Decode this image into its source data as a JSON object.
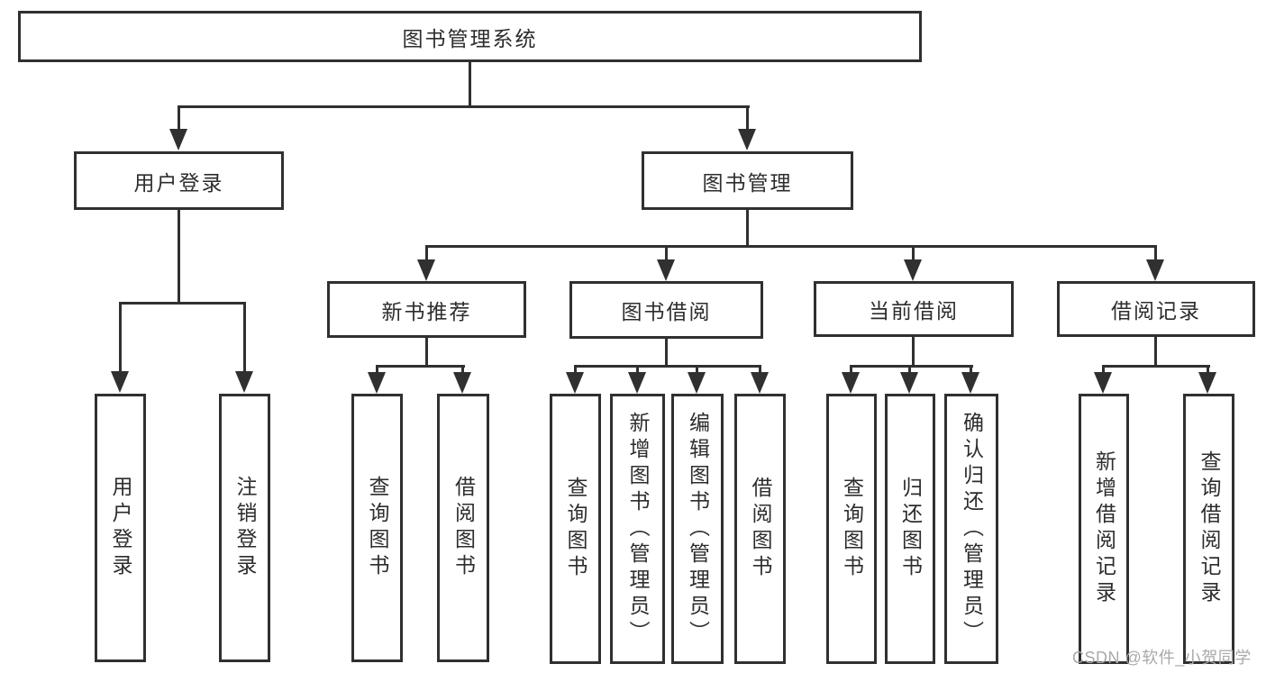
{
  "nodes": {
    "root": "图书管理系统",
    "user_login": "用户登录",
    "book_mgmt": "图书管理",
    "new_book_rec": "新书推荐",
    "book_borrow": "图书借阅",
    "current_borrow": "当前借阅",
    "borrow_record": "借阅记录",
    "leaf_user_login": "用户登录",
    "leaf_logout": "注销登录",
    "leaf_nbr_query": "查询图书",
    "leaf_nbr_borrow": "借阅图书",
    "leaf_bb_query": "查询图书",
    "leaf_bb_add": "新增图书（管理员）",
    "leaf_bb_edit": "编辑图书（管理员）",
    "leaf_bb_borrow": "借阅图书",
    "leaf_cb_query": "查询图书",
    "leaf_cb_return": "归还图书",
    "leaf_cb_confirm": "确认归还（管理员）",
    "leaf_br_add": "新增借阅记录",
    "leaf_br_query": "查询借阅记录"
  },
  "edges": [
    [
      "root",
      "user_login"
    ],
    [
      "root",
      "book_mgmt"
    ],
    [
      "user_login",
      "leaf_user_login"
    ],
    [
      "user_login",
      "leaf_logout"
    ],
    [
      "book_mgmt",
      "new_book_rec"
    ],
    [
      "book_mgmt",
      "book_borrow"
    ],
    [
      "book_mgmt",
      "current_borrow"
    ],
    [
      "book_mgmt",
      "borrow_record"
    ],
    [
      "new_book_rec",
      "leaf_nbr_query"
    ],
    [
      "new_book_rec",
      "leaf_nbr_borrow"
    ],
    [
      "book_borrow",
      "leaf_bb_query"
    ],
    [
      "book_borrow",
      "leaf_bb_add"
    ],
    [
      "book_borrow",
      "leaf_bb_edit"
    ],
    [
      "book_borrow",
      "leaf_bb_borrow"
    ],
    [
      "current_borrow",
      "leaf_cb_query"
    ],
    [
      "current_borrow",
      "leaf_cb_return"
    ],
    [
      "current_borrow",
      "leaf_cb_confirm"
    ],
    [
      "borrow_record",
      "leaf_br_add"
    ],
    [
      "borrow_record",
      "leaf_br_query"
    ]
  ],
  "watermark": "CSDN @软件_小贺同学",
  "colors": {
    "line": "#303030",
    "text": "#2d2d2d",
    "watermark_text": "#a9a9a9",
    "background": "#ffffff"
  }
}
